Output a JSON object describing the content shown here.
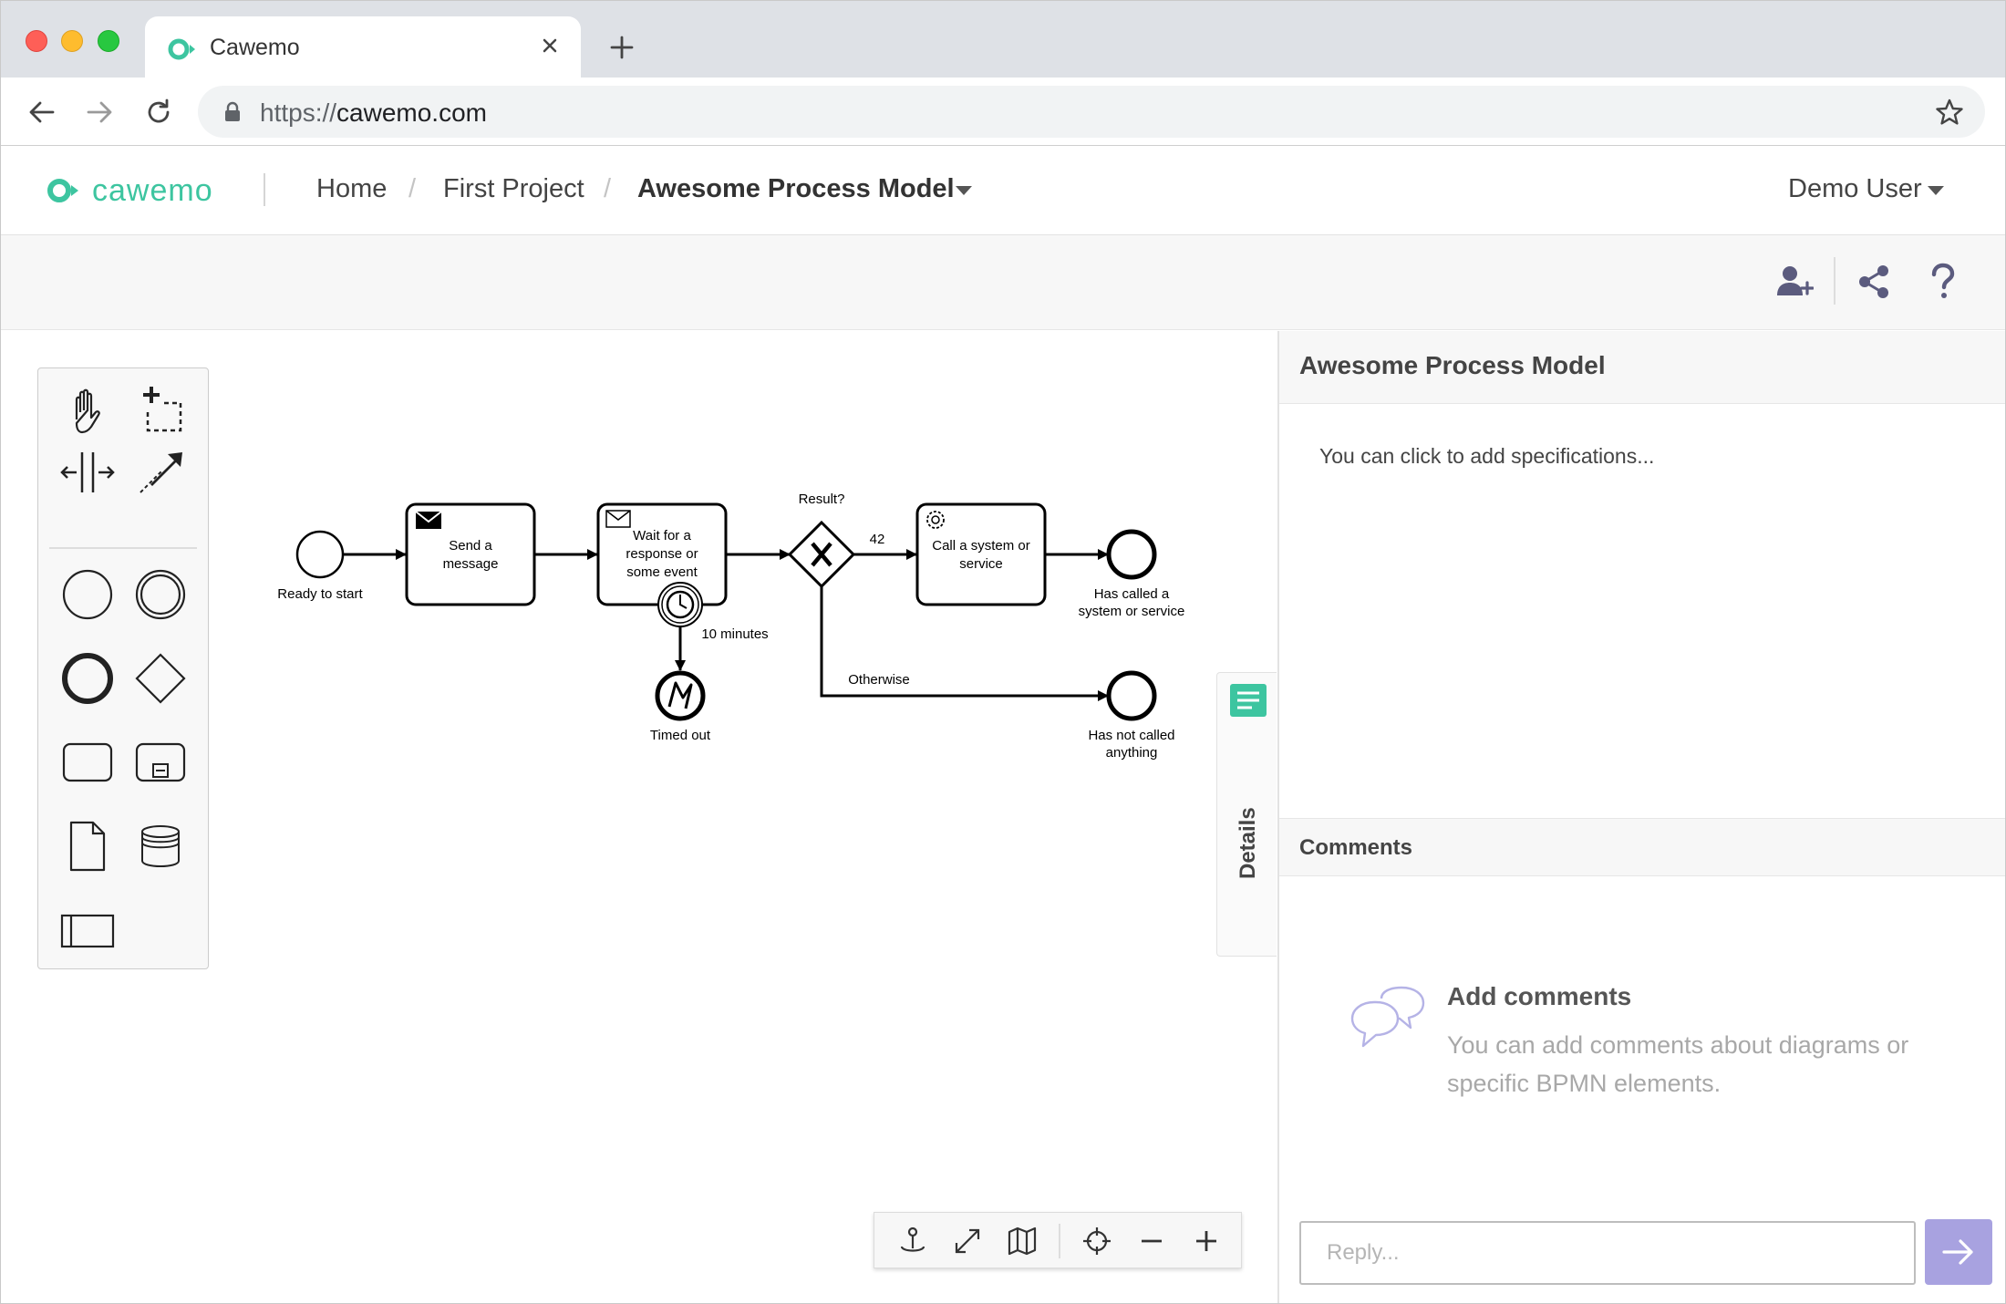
{
  "browser": {
    "tab_title": "Cawemo",
    "url_protocol": "https://",
    "url_host": "cawemo.com"
  },
  "app": {
    "logo_text": "cawemo",
    "brand_color": "#3dc5a0",
    "accent_color": "#a8a2e0",
    "breadcrumb": {
      "home": "Home",
      "project": "First Project",
      "model": "Awesome Process Model"
    },
    "user": "Demo User"
  },
  "actions": [
    "add-collaborator-icon",
    "share-icon",
    "help-icon"
  ],
  "palette": {
    "tools": [
      "hand-tool-icon",
      "lasso-tool-icon",
      "space-tool-icon",
      "connect-tool-icon",
      "start-event-icon",
      "intermediate-event-icon",
      "end-event-icon",
      "gateway-icon",
      "task-icon",
      "subprocess-icon",
      "data-object-icon",
      "data-store-icon",
      "pool-icon"
    ]
  },
  "diagram": {
    "start_event": "Ready to start",
    "task_send": [
      "Send a",
      "message"
    ],
    "task_wait": [
      "Wait for a",
      "response or",
      "some event"
    ],
    "gateway_label": "Result?",
    "flow_42": "42",
    "task_call": [
      "Call a system or",
      "service"
    ],
    "end_called": [
      "Has called a",
      "system or service"
    ],
    "timer_label": "10 minutes",
    "end_timeout": "Timed out",
    "flow_otherwise": "Otherwise",
    "end_not_called": [
      "Has not called",
      "anything"
    ]
  },
  "details_tab": "Details",
  "zoom_controls": [
    "reset-origin-icon",
    "fullscreen-icon",
    "minimap-icon",
    "center-icon",
    "zoom-out-icon",
    "zoom-in-icon"
  ],
  "panel": {
    "title": "Awesome Process Model",
    "spec_placeholder": "You can click to add specifications...",
    "comments_title": "Comments",
    "add_comments_title": "Add comments",
    "add_comments_text": "You can add comments about diagrams or specific BPMN elements.",
    "reply_placeholder": "Reply..."
  }
}
